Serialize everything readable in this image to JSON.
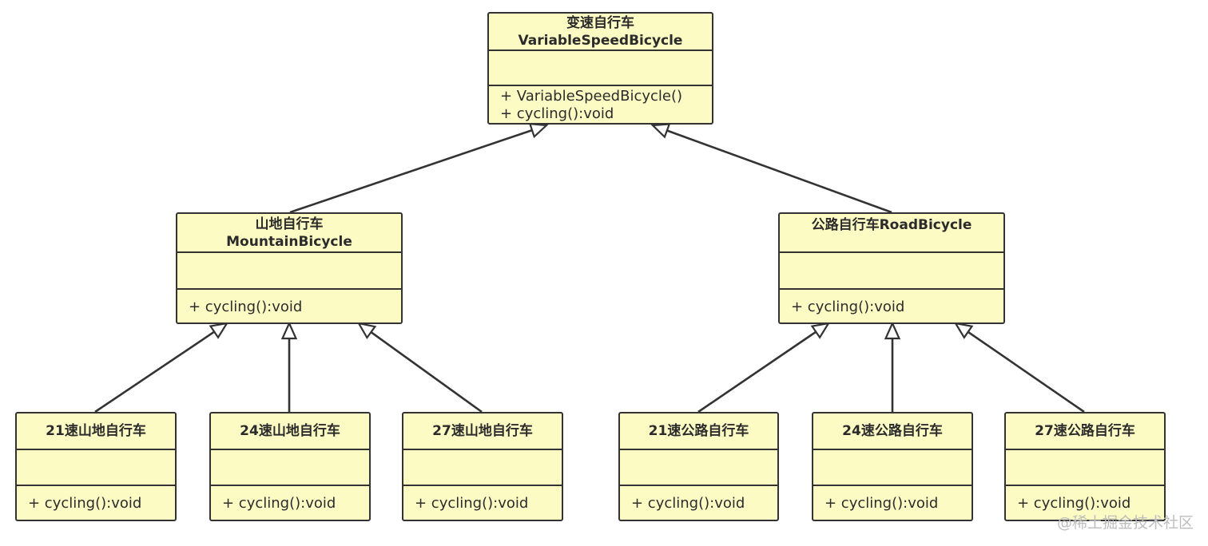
{
  "diagram": {
    "classes": {
      "variable": {
        "name_lines": [
          "变速自行车",
          "VariableSpeedBicycle"
        ],
        "operations": [
          "+ VariableSpeedBicycle()",
          "+ cycling():void"
        ]
      },
      "mountain": {
        "name_lines": [
          "山地自行车",
          "MountainBicycle"
        ],
        "operations": [
          "+ cycling():void"
        ]
      },
      "road": {
        "name_lines": [
          "公路自行车RoadBicycle"
        ],
        "operations": [
          "+ cycling():void"
        ]
      },
      "m21": {
        "name_lines": [
          "21速山地自行车"
        ],
        "operations": [
          "+ cycling():void"
        ]
      },
      "m24": {
        "name_lines": [
          "24速山地自行车"
        ],
        "operations": [
          "+ cycling():void"
        ]
      },
      "m27": {
        "name_lines": [
          "27速山地自行车"
        ],
        "operations": [
          "+ cycling():void"
        ]
      },
      "r21": {
        "name_lines": [
          "21速公路自行车"
        ],
        "operations": [
          "+ cycling():void"
        ]
      },
      "r24": {
        "name_lines": [
          "24速公路自行车"
        ],
        "operations": [
          "+ cycling():void"
        ]
      },
      "r27": {
        "name_lines": [
          "27速公路自行车"
        ],
        "operations": [
          "+ cycling():void"
        ]
      }
    },
    "generalizations": [
      {
        "child": "mountain",
        "parent": "variable"
      },
      {
        "child": "road",
        "parent": "variable"
      },
      {
        "child": "m21",
        "parent": "mountain"
      },
      {
        "child": "m24",
        "parent": "mountain"
      },
      {
        "child": "m27",
        "parent": "mountain"
      },
      {
        "child": "r21",
        "parent": "road"
      },
      {
        "child": "r24",
        "parent": "road"
      },
      {
        "child": "r27",
        "parent": "road"
      }
    ],
    "colors": {
      "class_fill": "#fcfbc4",
      "stroke": "#333333"
    }
  },
  "watermark": "@稀土掘金技术社区"
}
